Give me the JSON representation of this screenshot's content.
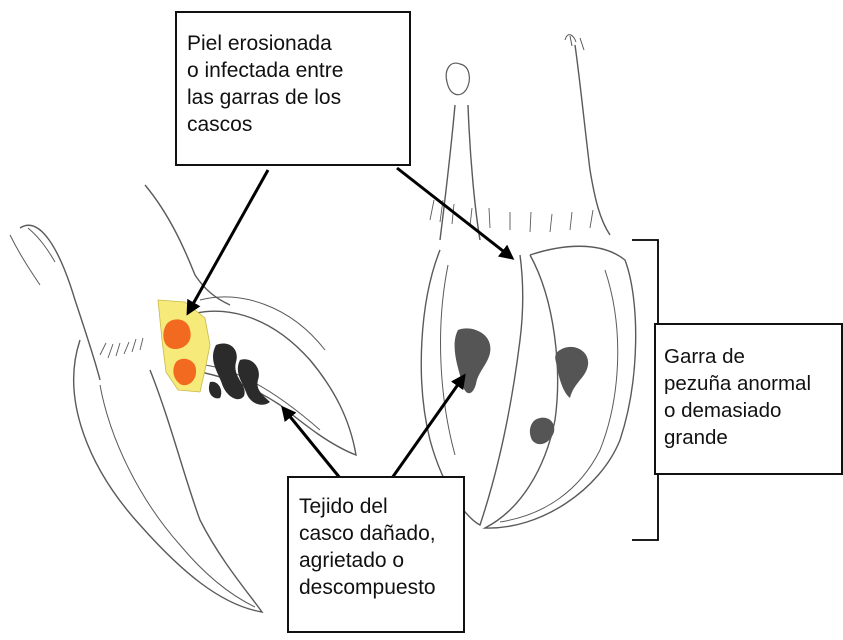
{
  "labels": {
    "skin": [
      "Piel erosionada",
      "o infectada entre",
      "las garras de los",
      "cascos"
    ],
    "tissue": [
      "Tejido del",
      "casco dañado,",
      "agrietado o",
      "descompuesto"
    ],
    "claw": [
      "Garra de",
      "pezuña anormal",
      "o demasiado",
      "grande"
    ]
  },
  "colors": {
    "lesion_skin": "#f6ea7a",
    "lesion_infection": "#f26a1f",
    "damaged_tissue": "#2b2b2b",
    "outline": "#5a5a5a",
    "arrow": "#000000"
  }
}
